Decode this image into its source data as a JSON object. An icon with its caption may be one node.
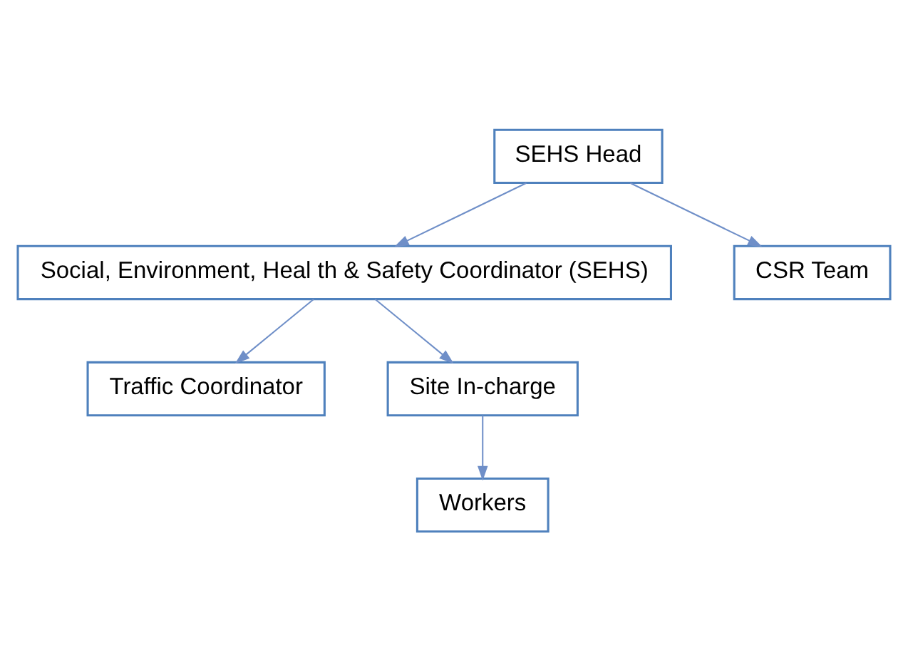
{
  "diagram": {
    "nodes": [
      {
        "text": [
          "SEHS Head"
        ]
      },
      {
        "text": [
          "Social, Environment, Heal th & Safety Coordinator (SEHS)"
        ]
      },
      {
        "text": [
          "CSR Team"
        ]
      },
      {
        "text": [
          "Traffic Coordinator"
        ]
      },
      {
        "text": [
          "Site In-charge"
        ]
      },
      {
        "text": [
          "Workers"
        ]
      }
    ],
    "edges": [
      {
        "from": 0,
        "to": 1,
        "arrow": "to"
      },
      {
        "from": 0,
        "to": 2,
        "arrow": "to"
      },
      {
        "from": 1,
        "to": 3,
        "arrow": "to"
      },
      {
        "from": 1,
        "to": 4,
        "arrow": "to"
      },
      {
        "from": 4,
        "to": 5,
        "arrow": "to"
      }
    ]
  }
}
